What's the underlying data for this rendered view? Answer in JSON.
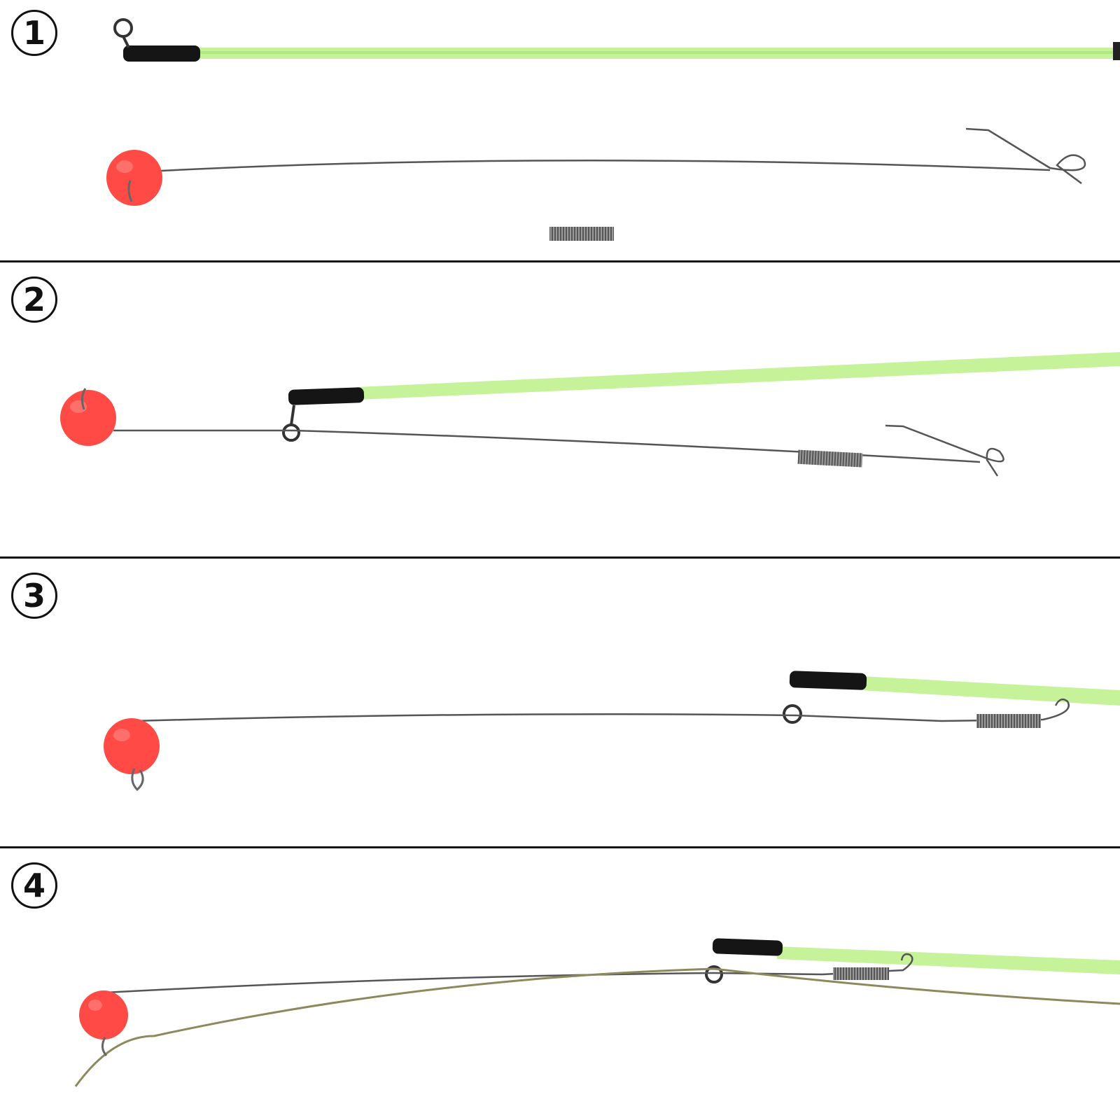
{
  "steps": [
    {
      "number": "1"
    },
    {
      "number": "2"
    },
    {
      "number": "3"
    },
    {
      "number": "4"
    }
  ],
  "colors": {
    "rod_green": "#b8ee8a",
    "rod_dark_green": "#7fd94e",
    "wrap_black": "#151515",
    "bead_red": "#ff4a45",
    "wire": "#555555",
    "line_olive": "#8c8a5c",
    "divider": "#111111"
  },
  "icons": [
    "circled-number-1",
    "circled-number-2",
    "circled-number-3",
    "circled-number-4"
  ]
}
